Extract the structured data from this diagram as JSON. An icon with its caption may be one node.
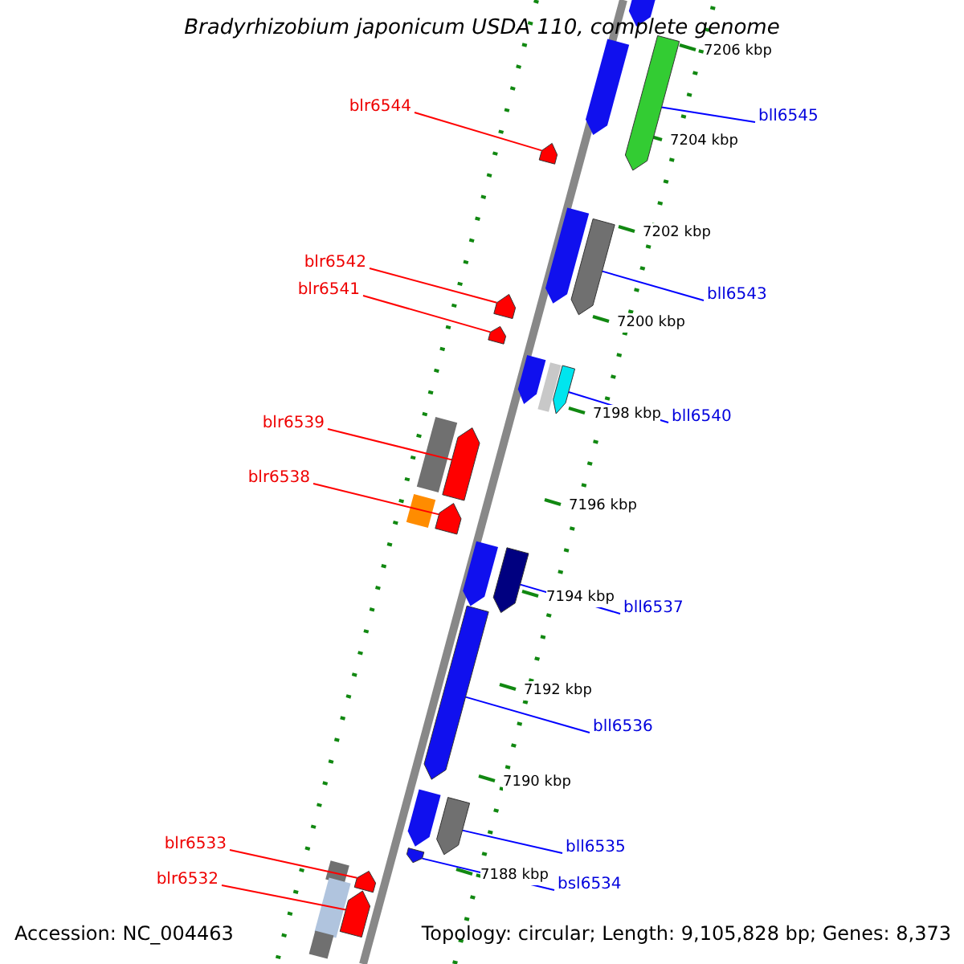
{
  "diagram": {
    "title": "Bradyrhizobium japonicum USDA 110, complete genome",
    "nodes": [
      {
        "text": [
          "blr6544"
        ]
      },
      {
        "text": [],
        "shape": "arrow"
      },
      {
        "text": [
          "bll6545"
        ]
      },
      {
        "text": [],
        "shape": "arrow"
      },
      {
        "text": [
          "blr6542"
        ]
      },
      {
        "text": [],
        "shape": "arrow"
      },
      {
        "text": [
          "blr6541"
        ]
      },
      {
        "text": [],
        "shape": "arrow"
      },
      {
        "text": [
          "bll6543"
        ]
      },
      {
        "text": [],
        "shape": "arrow"
      },
      {
        "text": [
          "bll6540"
        ]
      },
      {
        "text": [],
        "shape": "arrow"
      },
      {
        "text": [
          "blr6539"
        ]
      },
      {
        "text": [],
        "shape": "arrow"
      },
      {
        "text": [
          "blr6538"
        ]
      },
      {
        "text": [],
        "shape": "arrow"
      },
      {
        "text": [
          "bll6537"
        ]
      },
      {
        "text": [],
        "shape": "arrow"
      },
      {
        "text": [
          "bll6536"
        ]
      },
      {
        "text": [],
        "shape": "arrow"
      },
      {
        "text": [
          "bll6535"
        ]
      },
      {
        "text": [],
        "shape": "arrow"
      },
      {
        "text": [
          "bsl6534"
        ]
      },
      {
        "text": [],
        "shape": "arrow"
      },
      {
        "text": [
          "blr6533"
        ]
      },
      {
        "text": [],
        "shape": "arrow"
      },
      {
        "text": [
          "blr6532"
        ]
      },
      {
        "text": [],
        "shape": "arrow"
      }
    ],
    "edges": [
      {
        "from": 0,
        "to": 1,
        "arrow": "none",
        "color": "#ff0000"
      },
      {
        "from": 2,
        "to": 3,
        "arrow": "none",
        "color": "#0000ff"
      },
      {
        "from": 4,
        "to": 5,
        "arrow": "none",
        "color": "#ff0000"
      },
      {
        "from": 6,
        "to": 7,
        "arrow": "none",
        "color": "#ff0000"
      },
      {
        "from": 8,
        "to": 9,
        "arrow": "none",
        "color": "#0000ff"
      },
      {
        "from": 10,
        "to": 11,
        "arrow": "none",
        "color": "#0000ff"
      },
      {
        "from": 12,
        "to": 13,
        "arrow": "none",
        "color": "#ff0000"
      },
      {
        "from": 14,
        "to": 15,
        "arrow": "none",
        "color": "#ff0000"
      },
      {
        "from": 16,
        "to": 17,
        "arrow": "none",
        "color": "#0000ff"
      },
      {
        "from": 18,
        "to": 19,
        "arrow": "none",
        "color": "#0000ff"
      },
      {
        "from": 20,
        "to": 21,
        "arrow": "none",
        "color": "#0000ff"
      },
      {
        "from": 22,
        "to": 23,
        "arrow": "none",
        "color": "#0000ff"
      },
      {
        "from": 24,
        "to": 25,
        "arrow": "none",
        "color": "#ff0000"
      },
      {
        "from": 26,
        "to": 27,
        "arrow": "none",
        "color": "#ff0000"
      }
    ],
    "labels": [
      "7206 kbp",
      "7204 kbp",
      "7202 kbp",
      "7200 kbp",
      "7198 kbp",
      "7196 kbp",
      "7194 kbp",
      "7192 kbp",
      "7190 kbp",
      "7188 kbp",
      "Accession: NC_004463",
      "Topology: circular; Length: 9,105,828 bp; Genes: 8,373"
    ]
  }
}
